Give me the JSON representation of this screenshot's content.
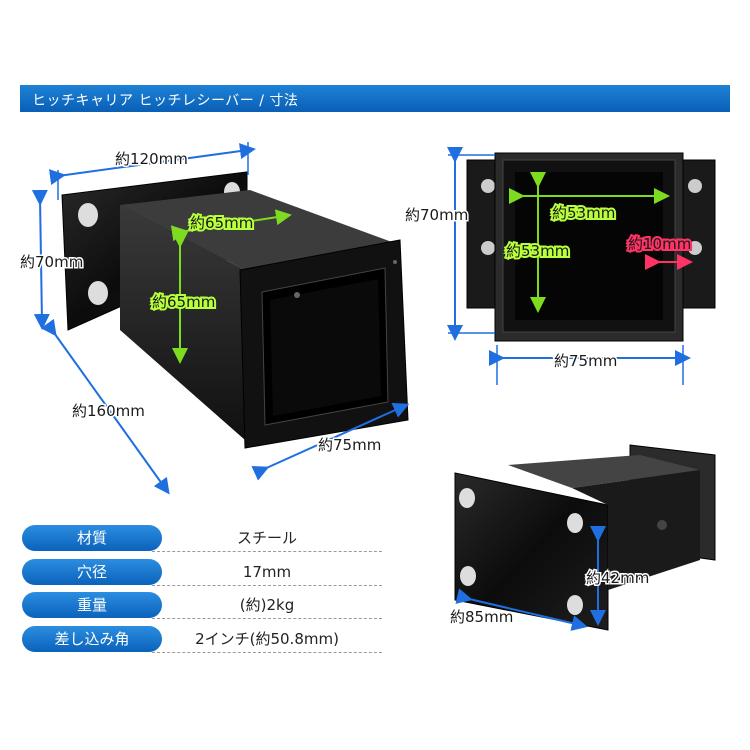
{
  "header": {
    "title": "ヒッチキャリア ヒッチレシーバー / 寸法"
  },
  "dims": {
    "main": {
      "width": "約120mm",
      "height": "約70mm",
      "length": "約160mm",
      "tube_w": "約65mm",
      "tube_h": "約65mm",
      "flange": "約75mm"
    },
    "front": {
      "height": "約70mm",
      "inner_w": "約53mm",
      "inner_h": "約53mm",
      "thickness": "約10mm",
      "flange": "約75mm"
    },
    "back": {
      "hole_h": "約42mm",
      "hole_w": "約85mm"
    }
  },
  "specs": [
    {
      "label": "材質",
      "value": "スチール"
    },
    {
      "label": "穴径",
      "value": "17mm"
    },
    {
      "label": "重量",
      "value": "(約)2kg"
    },
    {
      "label": "差し込み角",
      "value": "2インチ(約50.8mm)"
    }
  ],
  "colors": {
    "blue": "#0b62bb",
    "green": "#b8ff3c",
    "red": "#ff3366",
    "dim_line": "#1f6fe0"
  }
}
